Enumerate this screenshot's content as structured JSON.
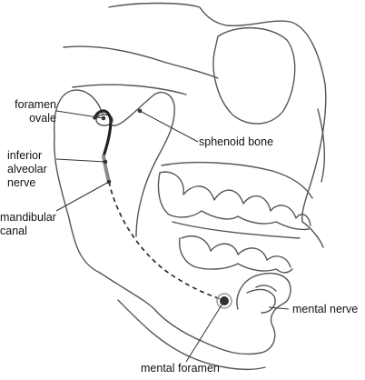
{
  "labels": {
    "foramen_ovale": [
      "foramen",
      "ovale"
    ],
    "sphenoid_bone": "sphenoid bone",
    "inferior_alveolar_nerve": [
      "inferior",
      "alveolar",
      "nerve"
    ],
    "mandibular_canal": [
      "mandibular",
      "canal"
    ],
    "mental_nerve": "mental nerve",
    "mental_foramen": "mental foramen"
  },
  "colors": {
    "bone_outline": "#555555",
    "nerve_dark": "#222222",
    "nerve_gray": "#8a8a8a",
    "leader": "#333333"
  }
}
